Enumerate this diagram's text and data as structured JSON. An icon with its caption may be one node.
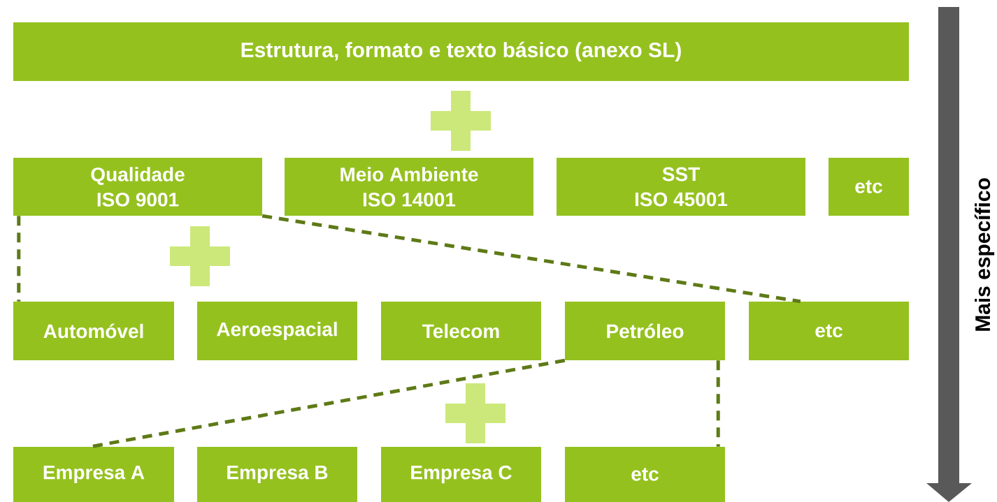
{
  "diagram": {
    "nodes": [
      {
        "text": [
          "Estrutura, formato e texto básico (anexo SL)"
        ]
      },
      {
        "text": [
          "Qualidade",
          "ISO 9001"
        ]
      },
      {
        "text": [
          "Meio Ambiente",
          "ISO 14001"
        ]
      },
      {
        "text": [
          "SST",
          "ISO 45001"
        ]
      },
      {
        "text": [
          "etc"
        ]
      },
      {
        "text": [
          "Automóvel"
        ]
      },
      {
        "text": [
          "Aeroespacial"
        ]
      },
      {
        "text": [
          "Telecom"
        ]
      },
      {
        "text": [
          "Petróleo"
        ]
      },
      {
        "text": [
          "etc"
        ]
      },
      {
        "text": [
          "Empresa A"
        ]
      },
      {
        "text": [
          "Empresa B"
        ]
      },
      {
        "text": [
          "Empresa C"
        ]
      },
      {
        "text": [
          "etc"
        ]
      }
    ],
    "edges": [
      {
        "from": 1,
        "to": 5,
        "arrow": "none",
        "style": "dashed"
      },
      {
        "from": 1,
        "to": 9,
        "arrow": "none",
        "style": "dashed"
      },
      {
        "from": 8,
        "to": 10,
        "arrow": "none",
        "style": "dashed"
      },
      {
        "from": 8,
        "to": 13,
        "arrow": "none",
        "style": "dashed"
      }
    ],
    "labels": [
      "Mais específico"
    ]
  }
}
